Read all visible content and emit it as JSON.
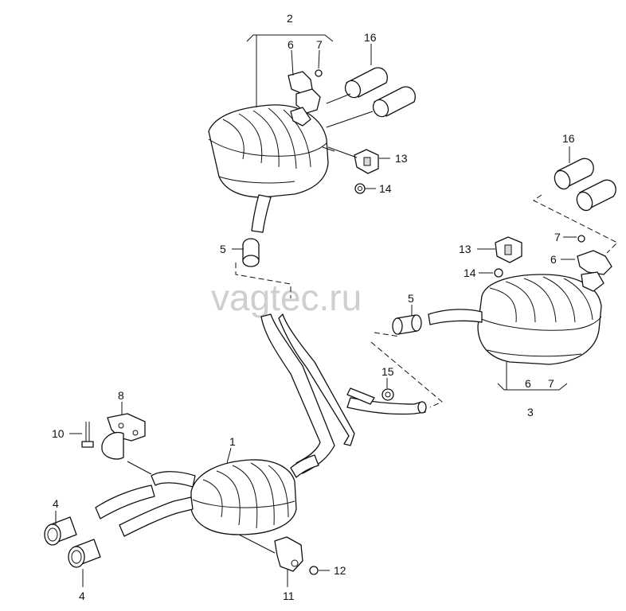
{
  "watermark": "vagtec.ru",
  "callouts": {
    "c1": "1",
    "c2": "2",
    "c3": "3",
    "c4a": "4",
    "c4b": "4",
    "c5a": "5",
    "c5b": "5",
    "c6a": "6",
    "c6b": "6",
    "c6c": "6",
    "c7a": "7",
    "c7b": "7",
    "c7c": "7",
    "c8": "8",
    "c10": "10",
    "c11": "11",
    "c12": "12",
    "c13a": "13",
    "c13b": "13",
    "c14a": "14",
    "c14b": "14",
    "c15": "15",
    "c16a": "16",
    "c16b": "16"
  }
}
